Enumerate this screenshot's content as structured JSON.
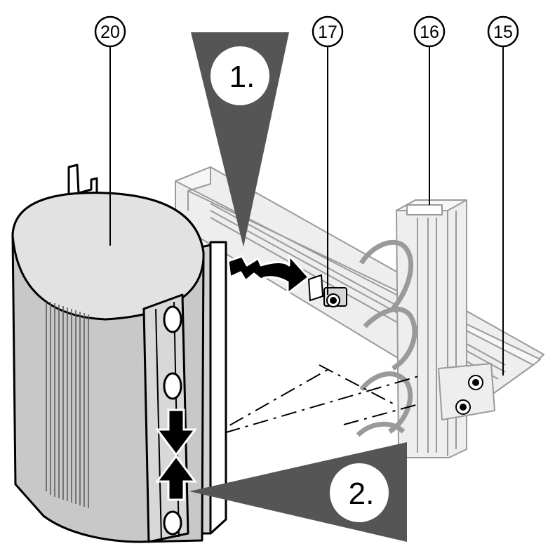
{
  "callouts": {
    "c20": "20",
    "c17": "17",
    "c16": "16",
    "c15": "15"
  },
  "steps": {
    "step1": "1.",
    "step2": "2."
  },
  "colors": {
    "step_marker": "#555555",
    "housing_fill": "#c8c8c8",
    "frame_fill": "#eeeeee",
    "frame_stroke": "#9a9a9a",
    "outline": "#000000"
  }
}
